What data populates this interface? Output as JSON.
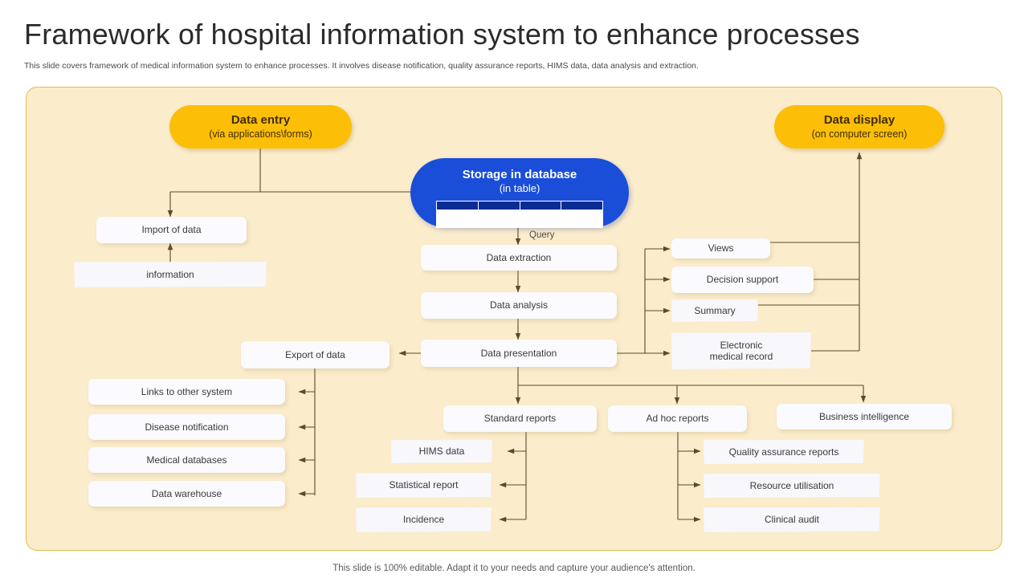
{
  "header": {
    "title": "Framework of hospital information system to enhance processes",
    "subtitle": "This slide covers framework of medical information system to enhance processes. It involves disease notification, quality assurance reports, HIMS data, data analysis and extraction."
  },
  "footer": {
    "note": "This slide is 100% editable. Adapt it to your needs and capture your audience's attention."
  },
  "colors": {
    "panel_background": "#fbeccb",
    "panel_border": "#e3bc4e",
    "accent_yellow": "#fcbe07",
    "accent_blue": "#1a4ed8",
    "db_header": "#0b2d93",
    "box_white": "#fafaff",
    "connector": "#5a4a2e"
  },
  "diagram": {
    "data_entry": {
      "line1": "Data entry",
      "line2": "(via applications\\forms)"
    },
    "data_display": {
      "line1": "Data display",
      "line2": "(on computer screen)"
    },
    "storage": {
      "line1": "Storage in database",
      "line2": "(in table)",
      "table": {
        "columns": 4,
        "header_rows": 1,
        "body_rows": 2
      }
    },
    "edge_labels": {
      "query": "Query"
    },
    "left_inputs": [
      {
        "label": "Import of data",
        "shape": "rounded"
      },
      {
        "label": "information",
        "shape": "skew"
      }
    ],
    "center_pipeline": [
      {
        "label": "Data extraction"
      },
      {
        "label": "Data analysis"
      },
      {
        "label": "Data presentation"
      }
    ],
    "export": {
      "label": "Export of data"
    },
    "export_targets": [
      {
        "label": "Links to other system"
      },
      {
        "label": "Disease notification"
      },
      {
        "label": "Medical databases"
      },
      {
        "label": "Data warehouse"
      }
    ],
    "presentation_outputs": [
      {
        "label": "Views",
        "shape": "rounded"
      },
      {
        "label": "Decision support",
        "shape": "rounded"
      },
      {
        "label": "Summary",
        "shape": "skew"
      },
      {
        "label": "Electronic\nmedical record",
        "line1": "Electronic",
        "line2": "medical record",
        "shape": "skew"
      }
    ],
    "report_groups": [
      {
        "label": "Standard reports"
      },
      {
        "label": "Ad hoc reports"
      },
      {
        "label": "Business intelligence"
      }
    ],
    "standard_report_items": [
      {
        "label": "HIMS data"
      },
      {
        "label": "Statistical report"
      },
      {
        "label": "Incidence"
      }
    ],
    "adhoc_report_items": [
      {
        "label": "Quality assurance reports"
      },
      {
        "label": "Resource utilisation"
      },
      {
        "label": "Clinical audit"
      }
    ]
  }
}
